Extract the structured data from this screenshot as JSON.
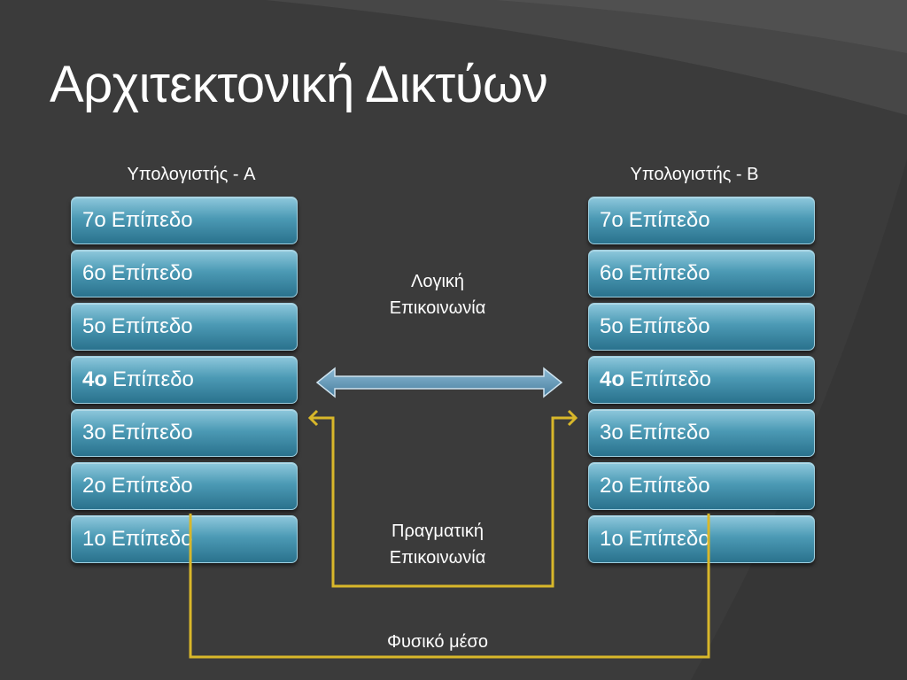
{
  "slide": {
    "title": "Αρχιτεκτονική Δικτύων"
  },
  "computer_a": {
    "label": "Υπολογιστής - A",
    "layers": [
      {
        "num": "7ο",
        "rest": "Επίπεδο"
      },
      {
        "num": "6ο",
        "rest": "Επίπεδο"
      },
      {
        "num": "5ο",
        "rest": "Επίπεδο"
      },
      {
        "num": "4ο",
        "rest": "Επίπεδο"
      },
      {
        "num": "3ο",
        "rest": "Επίπεδο"
      },
      {
        "num": "2ο",
        "rest": "Επίπεδο"
      },
      {
        "num": "1ο",
        "rest": "Επίπεδο"
      }
    ]
  },
  "computer_b": {
    "label": "Υπολογιστής - B",
    "layers": [
      {
        "num": "7ο",
        "rest": "Επίπεδο"
      },
      {
        "num": "6ο",
        "rest": "Επίπεδο"
      },
      {
        "num": "5ο",
        "rest": "Επίπεδο"
      },
      {
        "num": "4ο",
        "rest": "Επίπεδο"
      },
      {
        "num": "3ο",
        "rest": "Επίπεδο"
      },
      {
        "num": "2ο",
        "rest": "Επίπεδο"
      },
      {
        "num": "1ο",
        "rest": "Επίπεδο"
      }
    ]
  },
  "captions": {
    "logical_line1": "Λογική",
    "logical_line2": "Επικοινωνία",
    "real_line1": "Πραγματική",
    "real_line2": "Επικοινωνία",
    "physical": "Φυσικό μέσο"
  },
  "colors": {
    "background": "#3c3c3c",
    "layer_top": "#8ec8dc",
    "layer_bottom": "#2a728d",
    "logical_arrow": "#5f95b5",
    "real_path": "#d8b72a"
  }
}
